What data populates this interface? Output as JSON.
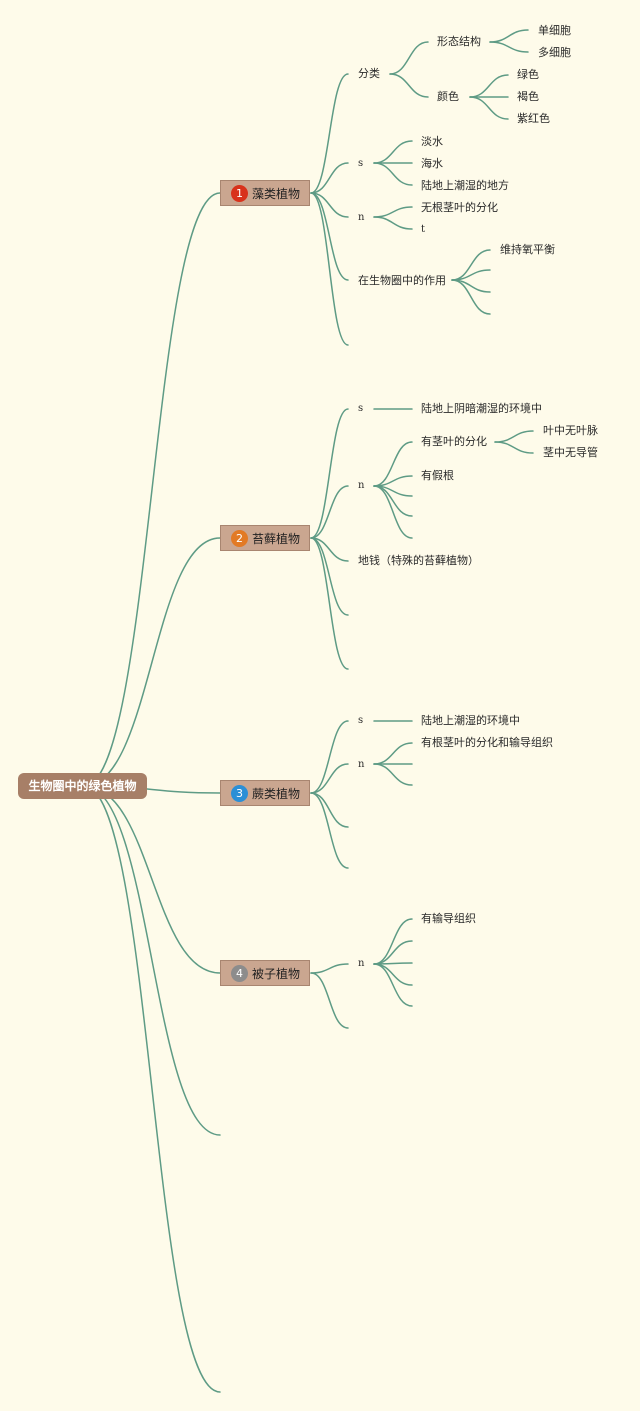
{
  "root": {
    "label": "生物圈中的绿色植物"
  },
  "branches": [
    {
      "number": "1",
      "label": "藻类植物",
      "badge_color": "#d8321c",
      "children": [
        {
          "label": "分类",
          "children": [
            {
              "label": "形态结构",
              "children": [
                {
                  "label": "单细胞"
                },
                {
                  "label": "多细胞"
                }
              ]
            },
            {
              "label": "颜色",
              "children": [
                {
                  "label": "绿色"
                },
                {
                  "label": "褐色"
                },
                {
                  "label": "紫红色"
                }
              ]
            }
          ]
        },
        {
          "label": "s",
          "children": [
            {
              "label": "淡水"
            },
            {
              "label": "海水"
            },
            {
              "label": "陆地上潮湿的地方"
            }
          ]
        },
        {
          "label": "n",
          "children": [
            {
              "label": "无根茎叶的分化"
            },
            {
              "label": "t"
            }
          ]
        },
        {
          "label": "在生物圈中的作用",
          "children": [
            {
              "label": "维持氧平衡"
            }
          ]
        }
      ]
    },
    {
      "number": "2",
      "label": "苔藓植物",
      "badge_color": "#e27a24",
      "children": [
        {
          "label": "s",
          "children": [
            {
              "label": "陆地上阴暗潮湿的环境中"
            }
          ]
        },
        {
          "label": "n",
          "children": [
            {
              "label": "有茎叶的分化",
              "children": [
                {
                  "label": "叶中无叶脉"
                },
                {
                  "label": "茎中无导管"
                }
              ]
            },
            {
              "label": "有假根"
            }
          ]
        },
        {
          "label": "地钱（特殊的苔藓植物）"
        }
      ]
    },
    {
      "number": "3",
      "label": "蕨类植物",
      "badge_color": "#2b8fd6",
      "children": [
        {
          "label": "s",
          "children": [
            {
              "label": "陆地上潮湿的环境中"
            }
          ]
        },
        {
          "label": "n",
          "children": [
            {
              "label": "有根茎叶的分化和输导组织"
            }
          ]
        }
      ]
    },
    {
      "number": "4",
      "label": "被子植物",
      "badge_color": "#8c8c8c",
      "children": [
        {
          "label": "n",
          "children": [
            {
              "label": "有输导组织"
            }
          ]
        }
      ]
    }
  ],
  "colors": {
    "background": "#fefbea",
    "link": "#5e9b85",
    "root_fill": "#a77f67",
    "branch_fill": "#caa690"
  }
}
